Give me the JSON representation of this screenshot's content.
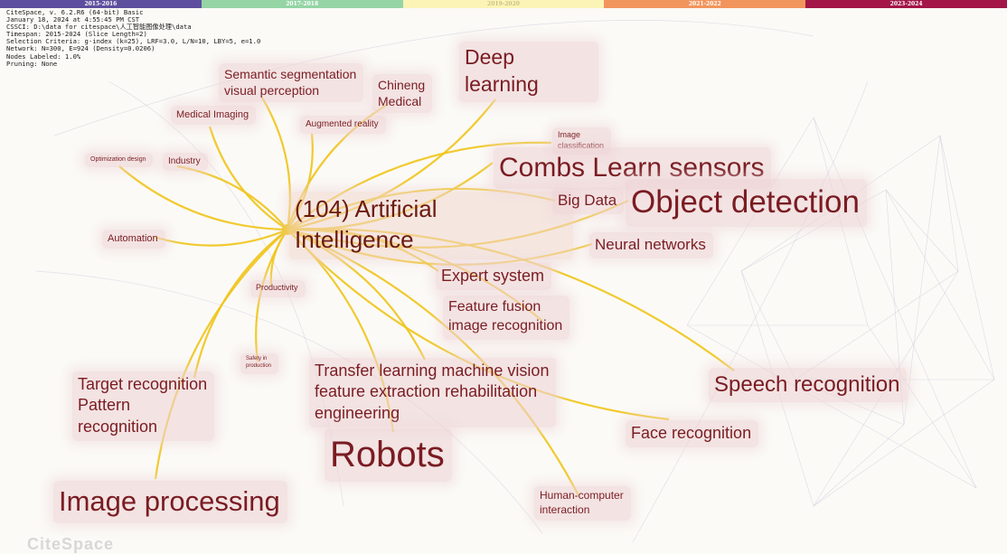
{
  "timeline": [
    {
      "label": "2015-2016",
      "color": "#5d4f9e"
    },
    {
      "label": "2017-2018",
      "color": "#94d4a5"
    },
    {
      "label": "2019-2020",
      "color": "#fbf4b6"
    },
    {
      "label": "2021-2022",
      "color": "#f2955d"
    },
    {
      "label": "2023-2024",
      "color": "#a31647"
    }
  ],
  "header_lines": [
    "CiteSpace, v. 6.2.R6 (64-bit) Basic",
    "January 18, 2024 at 4:55:45 PM CST",
    "CSSCI: D:\\data for citespace\\人工智能图像处理\\data",
    "Timespan: 2015-2024 (Slice Length=2)",
    "Selection Criteria: g-index (k=25), LRF=3.0, L/N=10, LBY=5, e=1.0",
    "Network: N=300, E=924 (Density=0.0206)",
    "Nodes Labeled: 1.0%",
    "Pruning: None"
  ],
  "core": {
    "id": "ai",
    "label": "(104) Artificial\nIntelligence"
  },
  "keywords": [
    {
      "id": "deep-learning",
      "label": "Deep\nlearning"
    },
    {
      "id": "chineng-medical",
      "label": "Chineng\nMedical"
    },
    {
      "id": "semantic-segmentation",
      "label": "Semantic segmentation\nvisual perception"
    },
    {
      "id": "medical-imaging",
      "label": "Medical Imaging"
    },
    {
      "id": "augmented-reality",
      "label": "Augmented reality"
    },
    {
      "id": "optimization-design",
      "label": "Optimization design"
    },
    {
      "id": "industry",
      "label": "Industry"
    },
    {
      "id": "image-classification",
      "label": "Image\nclassification"
    },
    {
      "id": "combs-learn-sensors",
      "label": "Combs Learn sensors"
    },
    {
      "id": "big-data",
      "label": "Big Data"
    },
    {
      "id": "object-detection",
      "label": "Object detection"
    },
    {
      "id": "automation",
      "label": "Automation"
    },
    {
      "id": "neural-networks",
      "label": "Neural networks"
    },
    {
      "id": "expert-system",
      "label": "Expert system"
    },
    {
      "id": "productivity",
      "label": "Productivity"
    },
    {
      "id": "feature-fusion",
      "label": "Feature fusion\nimage recognition"
    },
    {
      "id": "safety-in-production",
      "label": "Safety in\nproduction"
    },
    {
      "id": "transfer-learning",
      "label": "Transfer learning machine vision\nfeature extraction rehabilitation\nengineering"
    },
    {
      "id": "target-recognition",
      "label": "Target recognition\n Pattern\nrecognition"
    },
    {
      "id": "speech-recognition",
      "label": "Speech recognition"
    },
    {
      "id": "face-recognition",
      "label": "Face recognition"
    },
    {
      "id": "robots",
      "label": "Robots"
    },
    {
      "id": "image-processing",
      "label": "Image processing"
    },
    {
      "id": "human-computer-interaction",
      "label": "Human-computer\ninteraction"
    }
  ],
  "watermark": "CiteSpace",
  "colors": {
    "link": "#f0c419",
    "label": "#7a1c22",
    "background_links": "#c9c6dc"
  }
}
